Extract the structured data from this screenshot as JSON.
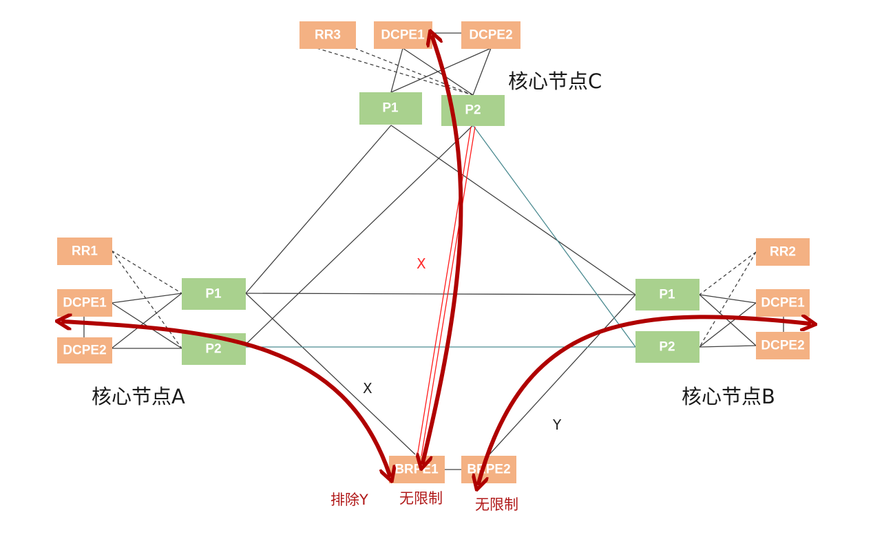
{
  "colors": {
    "pe_box": "#f4b183",
    "p_box": "#a9d18e",
    "link": "#404040",
    "teal_link": "#4a8a90",
    "red_path": "#b00000",
    "red_thin": "#ff1a1a"
  },
  "sites": {
    "a": {
      "label": "核心节点A",
      "rr": "RR1",
      "dcpe1": "DCPE1",
      "dcpe2": "DCPE2",
      "p1": "P1",
      "p2": "P2"
    },
    "b": {
      "label": "核心节点B",
      "rr": "RR2",
      "dcpe1": "DCPE1",
      "dcpe2": "DCPE2",
      "p1": "P1",
      "p2": "P2"
    },
    "c": {
      "label": "核心节点C",
      "rr": "RR3",
      "dcpe1": "DCPE1",
      "dcpe2": "DCPE2",
      "p1": "P1",
      "p2": "P2"
    }
  },
  "border": {
    "brpe1": "BRPE1",
    "brpe2": "BRPE2"
  },
  "link_labels": {
    "x_red": "X",
    "x_black": "X",
    "y_black": "Y"
  },
  "route_labels": {
    "exclude_y": "排除Y",
    "unlimited_1": "无限制",
    "unlimited_2": "无限制"
  }
}
